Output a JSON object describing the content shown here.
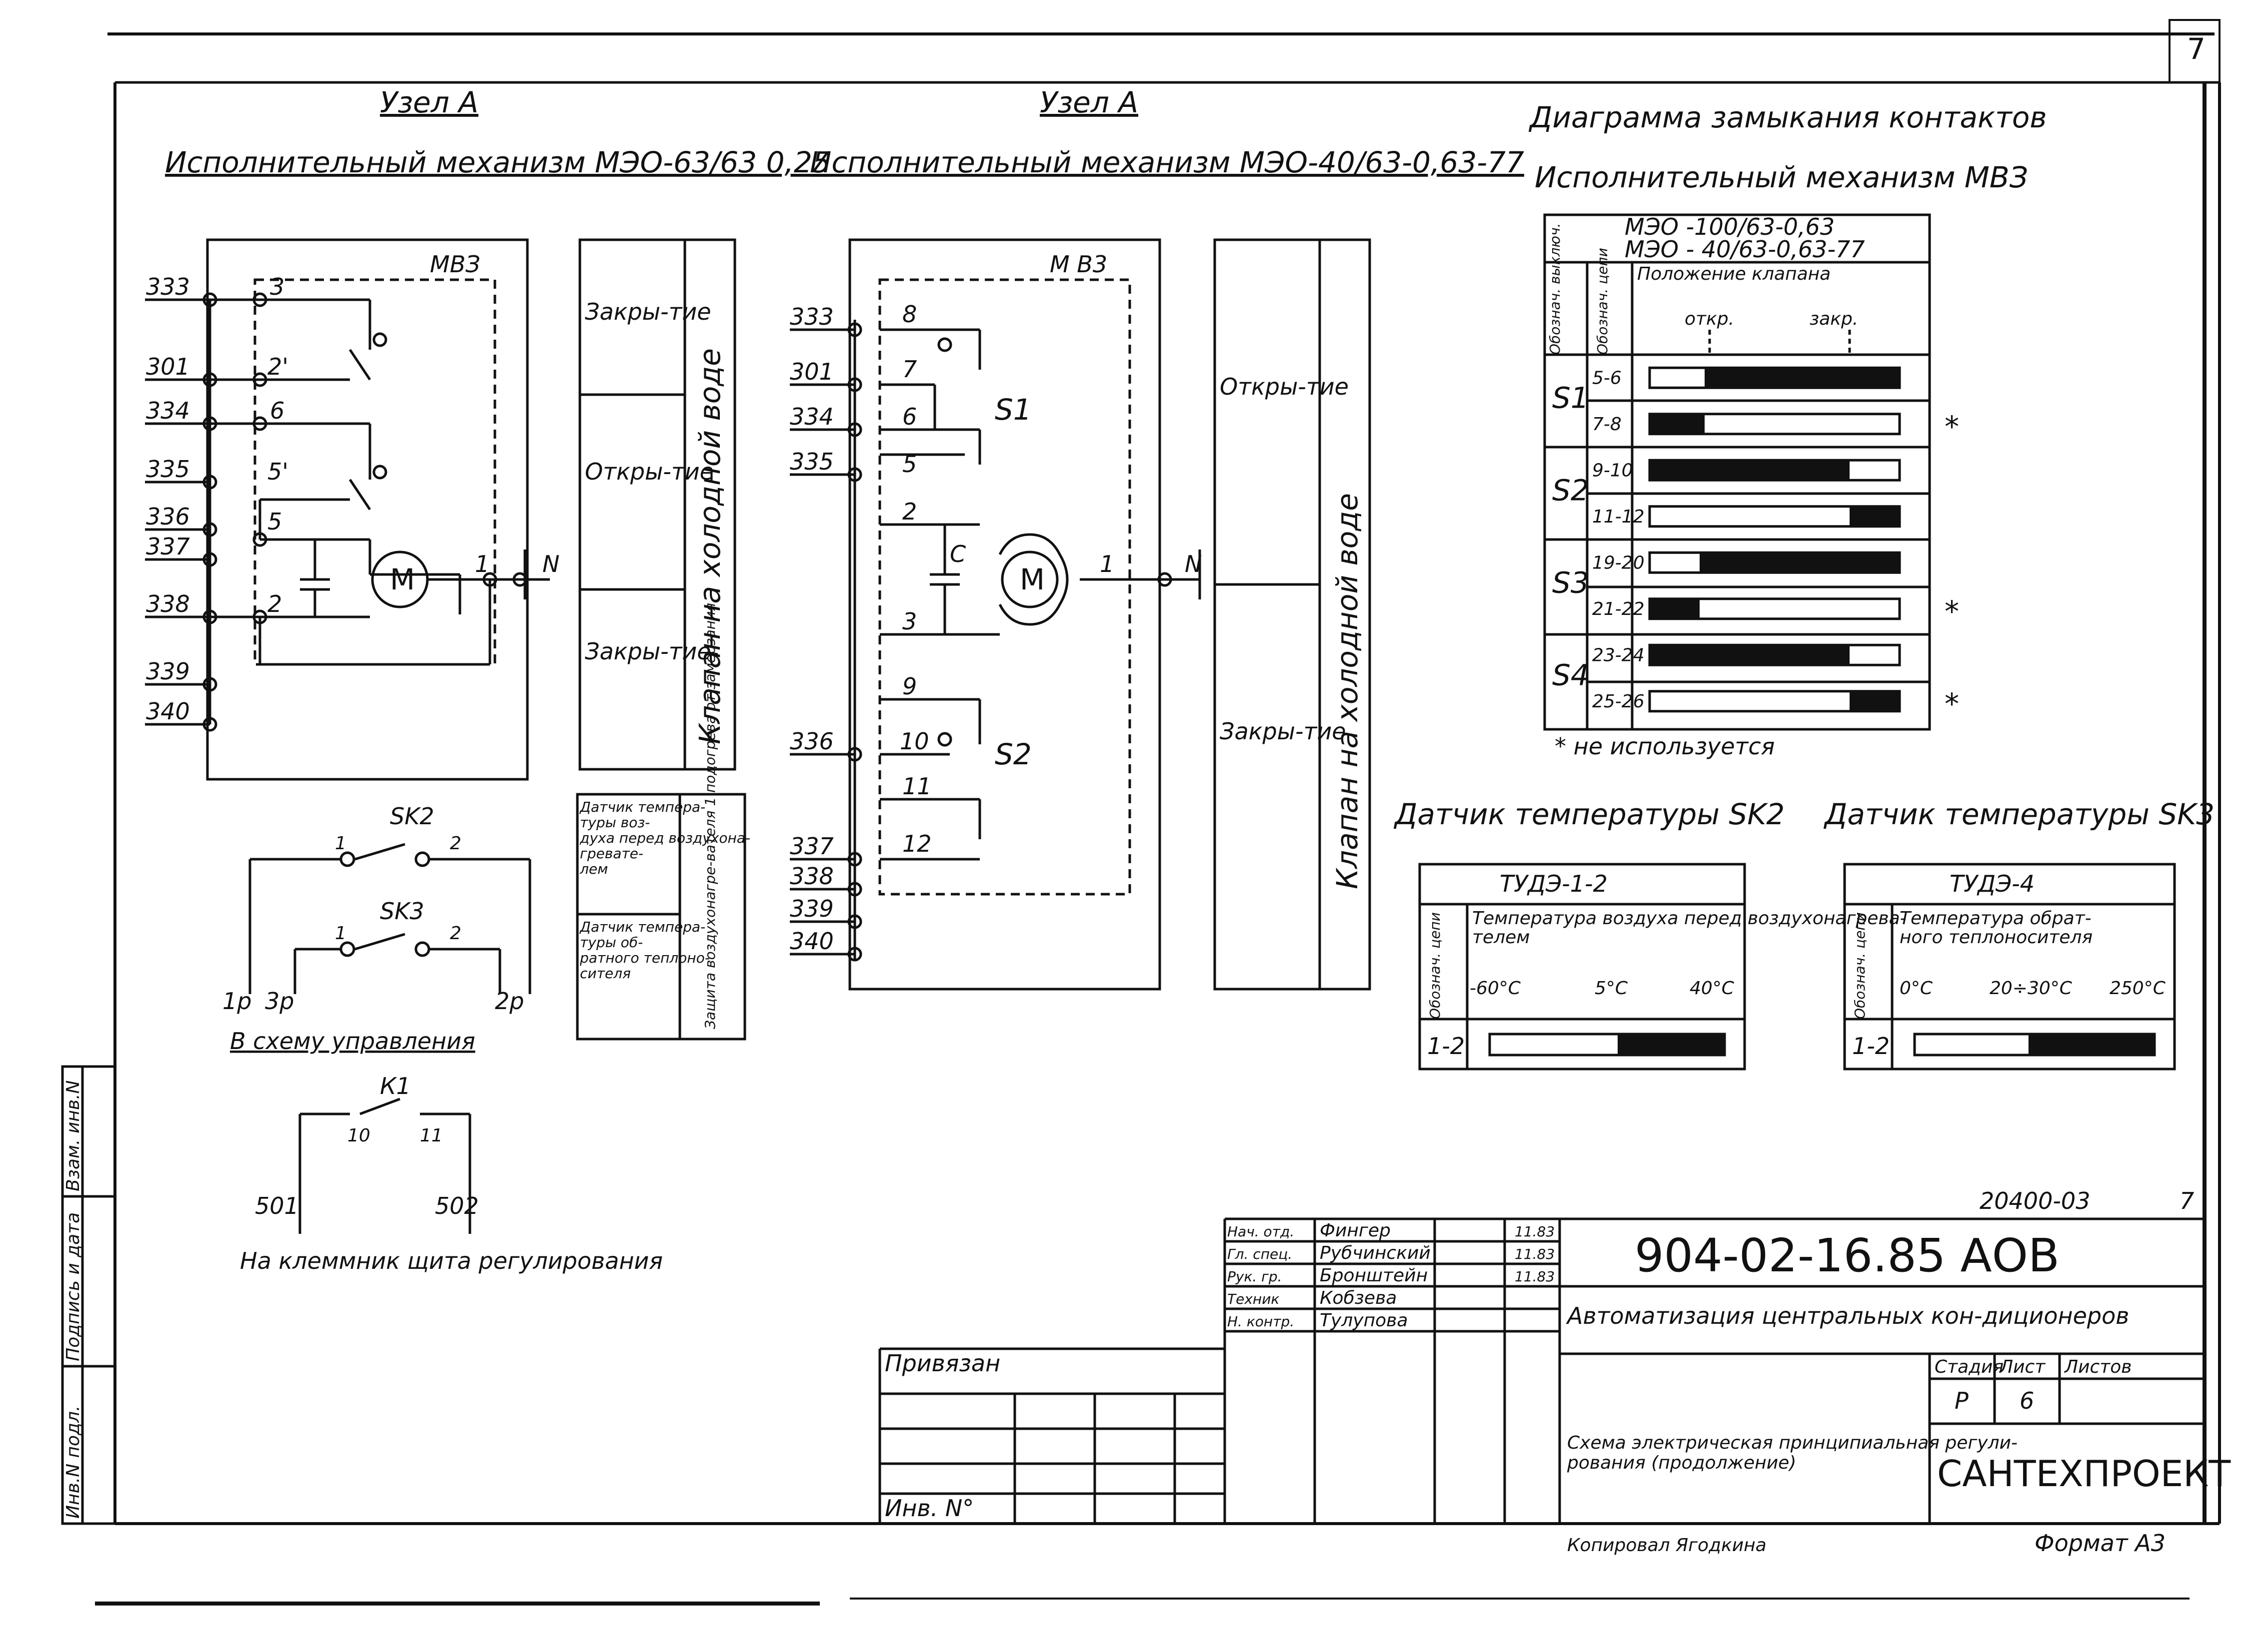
{
  "sheet_number": "7",
  "left": {
    "node_title": "Узел А",
    "mechanism_title": "Исполнительный механизм МЭО-63/63 0,25",
    "mechanism_label": "МВЗ",
    "terminals": [
      "333",
      "301",
      "334",
      "335",
      "336",
      "337",
      "338",
      "339",
      "340"
    ],
    "contacts": [
      "3",
      "2'",
      "6",
      "5'",
      "5",
      "2",
      "1",
      "N"
    ],
    "legend": {
      "closing_1": "Закры-тие",
      "opening": "Откры-тие",
      "closing_2": "Закры-тие",
      "valve": "Клапан на холодной воде"
    }
  },
  "middle": {
    "node_title": "Узел А",
    "mechanism_title": "Исполнительный механизм МЭО-40/63-0,63-77",
    "mechanism_label": "М В3",
    "terminals": [
      "333",
      "301",
      "334",
      "335",
      "336",
      "337",
      "338",
      "339",
      "340"
    ],
    "contacts": [
      "8",
      "7",
      "6",
      "5",
      "2",
      "3",
      "9",
      "10",
      "11",
      "12",
      "1",
      "N"
    ],
    "switch_s1": "S1",
    "switch_s2": "S2",
    "capacitor": "C",
    "legend": {
      "opening": "Откры-тие",
      "closing": "Закры-тие",
      "valve": "Клапан на холодной воде"
    }
  },
  "sensor_circuit": {
    "sk2": "SK2",
    "sk3": "SK3",
    "pins": [
      "1",
      "2",
      "1",
      "2"
    ],
    "bottom_labels": [
      "1р",
      "3р",
      "2р"
    ],
    "caption": "В схему управления",
    "note_sk2": "Датчик темпера-туры воз-духа перед воздухона-гревате-лем",
    "note_sk3": "Датчик темпера-туры об-ратного теплоно-сителя",
    "note_purpose": "Защита воздухонагре-вателя 1 подогрева от замерзания"
  },
  "relay_circuit": {
    "k1": "К1",
    "pins": [
      "10",
      "11"
    ],
    "terminals": [
      "501",
      "502"
    ],
    "caption": "На клеммник щита регулирования"
  },
  "contact_diagram": {
    "title": "Диаграмма замыкания контактов",
    "subtitle": "Исполнительный механизм МВЗ",
    "models": [
      "МЭО -100/63-0,63",
      "МЭО - 40/63-0,63-77"
    ],
    "col_switch": "Обознач. выключ.",
    "col_circuit": "Обознач. цепи",
    "col_position": "Положение клапана",
    "open_label": "откр.",
    "closed_label": "закр.",
    "rows": [
      {
        "switch": "S1",
        "circuit": "5-6",
        "fill_from": 0.22,
        "fill_to": 1.0,
        "star": ""
      },
      {
        "switch": "",
        "circuit": "7-8",
        "fill_from": 0.0,
        "fill_to": 0.22,
        "star": "*"
      },
      {
        "switch": "S2",
        "circuit": "9-10",
        "fill_from": 0.0,
        "fill_to": 0.8,
        "star": ""
      },
      {
        "switch": "",
        "circuit": "11-12",
        "fill_from": 0.8,
        "fill_to": 1.0,
        "star": ""
      },
      {
        "switch": "S3",
        "circuit": "19-20",
        "fill_from": 0.2,
        "fill_to": 1.0,
        "star": ""
      },
      {
        "switch": "",
        "circuit": "21-22",
        "fill_from": 0.0,
        "fill_to": 0.2,
        "star": "*"
      },
      {
        "switch": "S4",
        "circuit": "23-24",
        "fill_from": 0.0,
        "fill_to": 0.8,
        "star": ""
      },
      {
        "switch": "",
        "circuit": "25-26",
        "fill_from": 0.8,
        "fill_to": 1.0,
        "star": "*"
      }
    ],
    "footnote": "* не используется"
  },
  "sensor_sk2": {
    "title": "Датчик температуры SK2",
    "model": "ТУДЭ-1-2",
    "col_circuit": "Обознач. цепи",
    "header": "Температура воздуха перед воздухонагрева-телем",
    "scale": [
      "-60°C",
      "5°C",
      "40°C"
    ],
    "circuit": "1-2",
    "fill_from": 0.55,
    "fill_to": 1.0
  },
  "sensor_sk3": {
    "title": "Датчик температуры SK3",
    "model": "ТУДЭ-4",
    "col_circuit": "Обознач. цепи",
    "header": "Температура обрат-ного теплоносителя",
    "scale": [
      "0°C",
      "20÷30°C",
      "250°C"
    ],
    "circuit": "1-2",
    "fill_from": 0.48,
    "fill_to": 1.0
  },
  "left_margin": {
    "cells": [
      "Инв.N подл.",
      "Подпись и дата",
      "Взам. инв.N"
    ]
  },
  "title_block": {
    "top_code": "20400-03",
    "top_sheet": "7",
    "code": "904-02-16.85 АОВ",
    "staff": [
      {
        "role": "Нач. отд.",
        "name": "Фингер",
        "date": "11.83"
      },
      {
        "role": "Гл. спец.",
        "name": "Рубчинский",
        "date": "11.83"
      },
      {
        "role": "Рук. гр.",
        "name": "Бронштейн",
        "date": "11.83"
      },
      {
        "role": "Техник",
        "name": "Кобзева",
        "date": ""
      },
      {
        "role": "Н. контр.",
        "name": "Тулупова",
        "date": ""
      }
    ],
    "project_title": "Автоматизация центральных кон-диционеров",
    "sheet_title": "Схема электрическая принципиальная регули-рования (продолжение)",
    "stage_label": "Стадия",
    "sheet_label": "Лист",
    "sheets_label": "Листов",
    "stage": "Р",
    "sheet": "6",
    "sheets": "",
    "org": "САНТЕХПРОЕКТ",
    "bound": "Привязан",
    "inv": "Инв. N°",
    "copied": "Копировал Ягодкина",
    "format": "Формат А3"
  }
}
